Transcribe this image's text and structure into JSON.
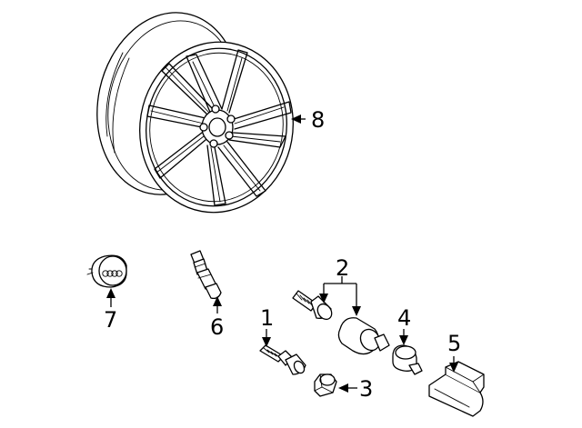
{
  "diagram": {
    "type": "exploded parts diagram",
    "colors": {
      "line": "#000000",
      "background": "#ffffff"
    },
    "callouts": {
      "c1": "1",
      "c2": "2",
      "c3": "3",
      "c4": "4",
      "c5": "5",
      "c6": "6",
      "c7": "7",
      "c8": "8"
    }
  }
}
